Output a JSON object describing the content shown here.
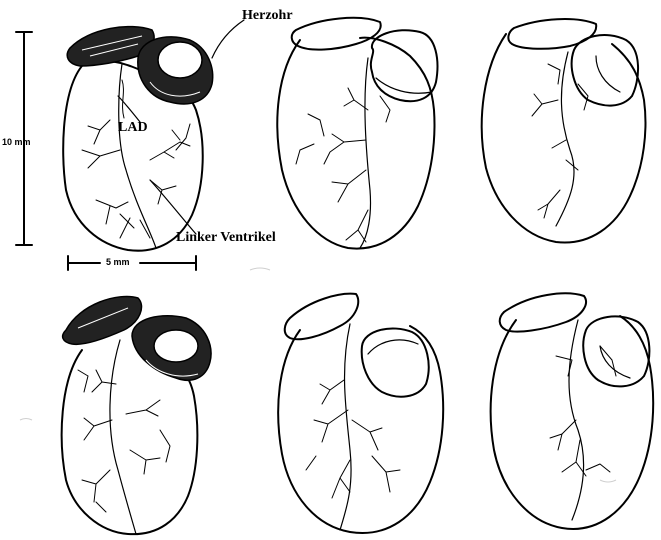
{
  "labels": {
    "herzohr": "Herzohr",
    "lad": "LAD",
    "linker_ventrikel": "Linker Ventrikel",
    "scale_vertical": "10 mm",
    "scale_horizontal": "5 mm"
  },
  "layout": {
    "rows": 2,
    "columns": 3
  }
}
